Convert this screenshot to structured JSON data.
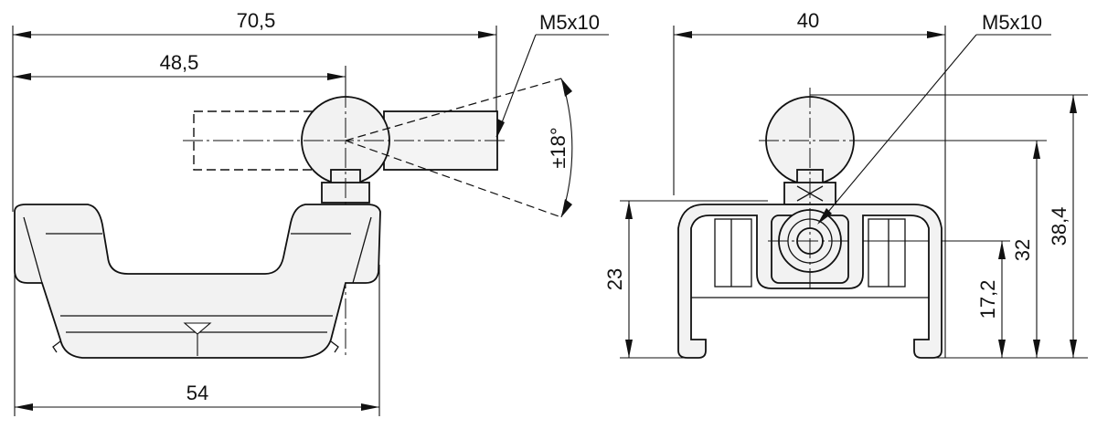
{
  "side_view": {
    "dim_overall_width": "70,5",
    "dim_ball_center": "48,5",
    "dim_base_width": "54",
    "dim_tilt_angle": "±18°",
    "thread_label": "M5x10"
  },
  "front_view": {
    "dim_width": "40",
    "thread_label": "M5x10",
    "dim_base_height": "23",
    "dim_axis_height": "17,2",
    "dim_mid_height": "32",
    "dim_total_height": "38,4"
  }
}
